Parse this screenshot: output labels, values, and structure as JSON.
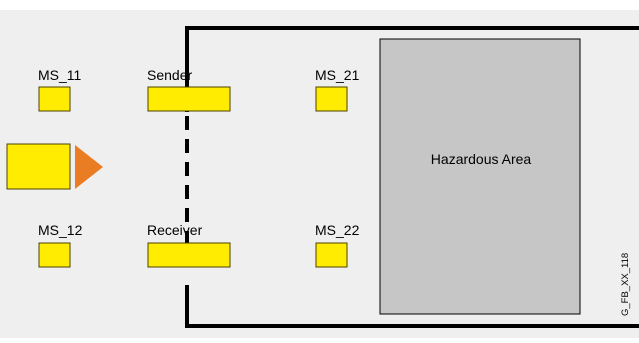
{
  "colors": {
    "background": "#efefef",
    "sensor_fill": "#ffec00",
    "sensor_stroke": "#4a4200",
    "area_fill": "#c6c6c6",
    "arrow_orange": "#ea7d23",
    "line": "#000000"
  },
  "sensors": {
    "ms_11": "MS_11",
    "ms_12": "MS_12",
    "ms_21": "MS_21",
    "ms_22": "MS_22"
  },
  "light_curtain": {
    "sender": "Sender",
    "receiver": "Receiver"
  },
  "hazardous_area": "Hazardous Area",
  "figure_id": "G_FB_XX_118"
}
